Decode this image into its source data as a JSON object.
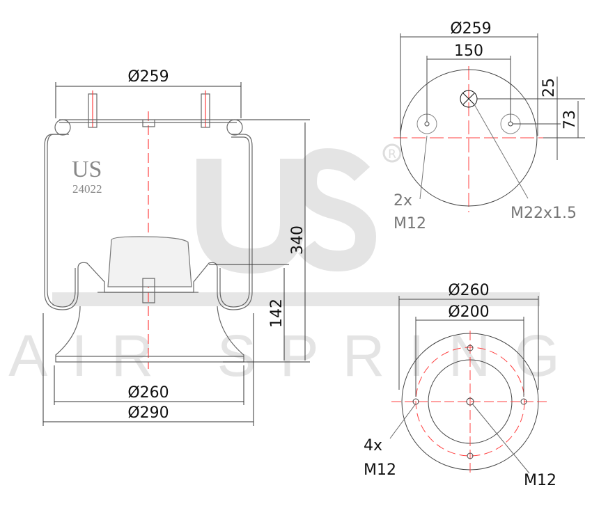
{
  "watermark": {
    "logo": "US",
    "brand": "AIR SPRING",
    "registered": "®"
  },
  "side_view": {
    "mark": "US",
    "part_number": "24022",
    "top_diameter": "Ø259",
    "height": "340",
    "piston_height": "142",
    "base_diameter": "Ø260",
    "max_diameter": "Ø290"
  },
  "top_view": {
    "diameter": "Ø259",
    "stud_spacing": "150",
    "offset_a": "25",
    "offset_b": "73",
    "studs_qty": "2x",
    "studs_thread": "M12",
    "air_inlet": "M22x1.5"
  },
  "bottom_view": {
    "outer_diameter": "Ø260",
    "bolt_circle": "Ø200",
    "holes_qty": "4x",
    "holes_thread": "M12",
    "center_thread": "M12"
  },
  "colors": {
    "centerline": "#ff4040",
    "line": "#555555",
    "watermark": "#e4e4e4"
  }
}
